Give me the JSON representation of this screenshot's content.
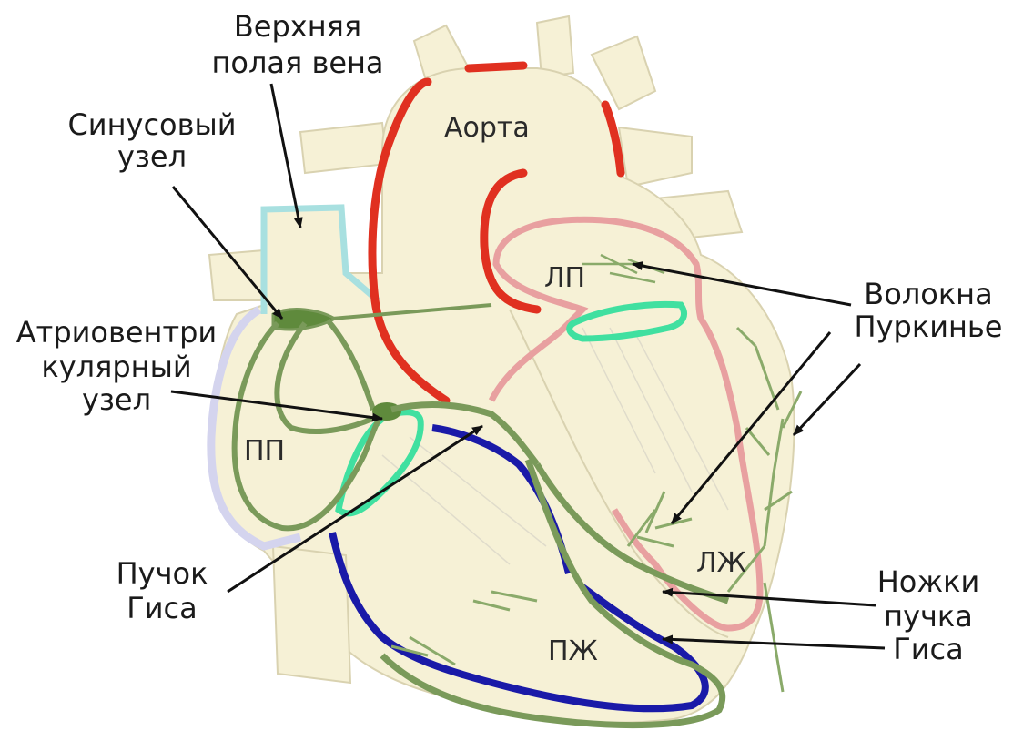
{
  "labels": {
    "svc_line1": "Верхняя",
    "svc_line2": "полая вена",
    "sa_line1": "Синусовый",
    "sa_line2": "узел",
    "av_line1": "Атриовентри",
    "av_line2": "кулярный",
    "av_line3": "узел",
    "his_line1": "Пучок",
    "his_line2": "Гиса",
    "purkinje_line1": "Волокна",
    "purkinje_line2": "Пуркинье",
    "branches_line1": "Ножки",
    "branches_line2": "пучка",
    "branches_line3": "Гиса",
    "aorta": "Аорта",
    "la": "ЛП",
    "ra": "ПП",
    "lv": "ЛЖ",
    "rv": "ПЖ"
  },
  "colors": {
    "tissue": "#f6f1d6",
    "tissue_edge": "#d9d2b0",
    "aorta_outline": "#e03020",
    "svc_outline": "#a8e0e0",
    "ra_outline": "#d4d4ee",
    "left_heart_outline": "#e8a0a0",
    "right_ventricle_outline": "#1a1aa8",
    "valve": "#40e0a0",
    "conduction": "#7a9a5a",
    "arrow": "#111111"
  }
}
